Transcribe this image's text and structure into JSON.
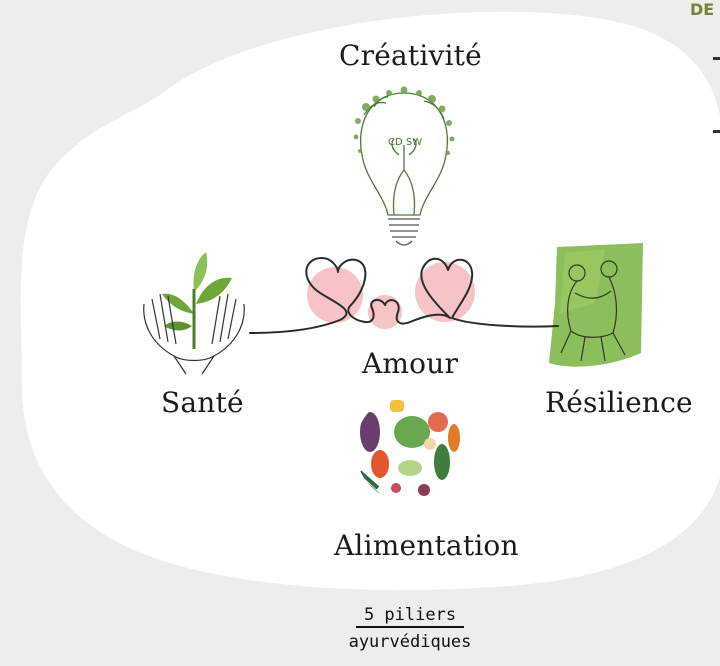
{
  "header": {
    "title": "DE"
  },
  "pillars": {
    "top": "Créativité",
    "left": "Santé",
    "center": "Amour",
    "right": "Résilience",
    "bottom": "Alimentation"
  },
  "bulb_text": "CD SW",
  "caption": {
    "line1": "5 piliers",
    "line2": "ayurvédiques"
  },
  "colors": {
    "background": "#efedeb",
    "blob": "#ffffff",
    "heart_fill": "#f4b9bd",
    "leaf_green": "#6fa63a",
    "text": "#1b1b1b",
    "title": "#7a7f3e"
  }
}
